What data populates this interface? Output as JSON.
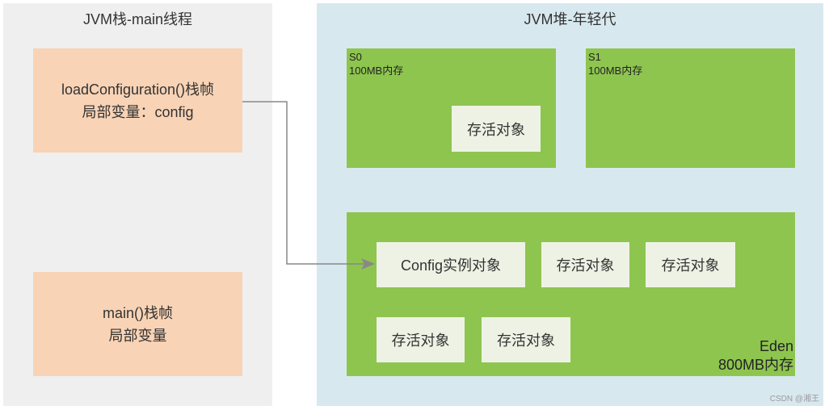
{
  "stack": {
    "title": "JVM栈-main线程",
    "frames": [
      {
        "line1": "loadConfiguration()栈帧",
        "line2": "局部变量：config"
      },
      {
        "line1": "main()栈帧",
        "line2": "局部变量"
      }
    ]
  },
  "heap": {
    "title": "JVM堆-年轻代",
    "s0": {
      "name": "S0",
      "size": "100MB内存",
      "objects": [
        "存活对象"
      ]
    },
    "s1": {
      "name": "S1",
      "size": "100MB内存"
    },
    "eden": {
      "name": "Eden",
      "size": "800MB内存",
      "objects": [
        "Config实例对象",
        "存活对象",
        "存活对象",
        "存活对象",
        "存活对象"
      ]
    }
  },
  "arrow": {
    "from": "局部变量：config",
    "to": "Config实例对象"
  },
  "watermark": "CSDN @湘王",
  "colors": {
    "stack_bg": "#efefef",
    "heap_bg": "#d8e8ef",
    "frame": "#f8d3b5",
    "region": "#8ec54f",
    "object": "#eef2e4",
    "arrow": "#888888"
  }
}
